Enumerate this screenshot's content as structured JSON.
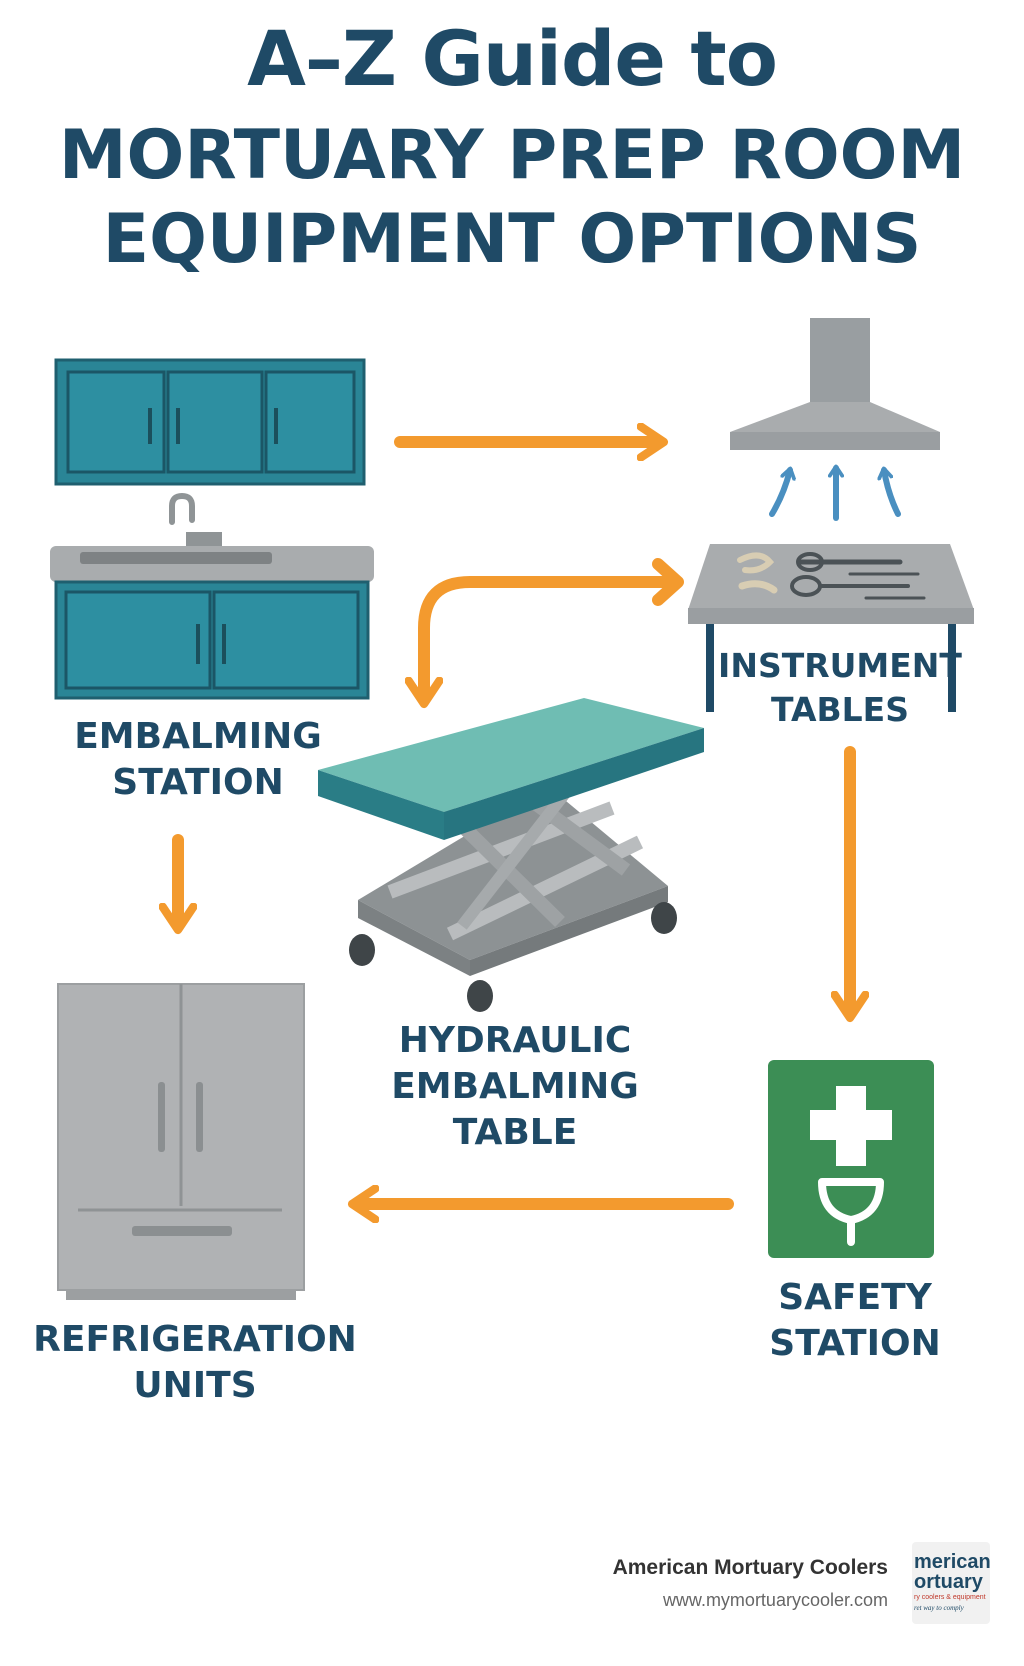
{
  "title": {
    "line1": "A–Z Guide to",
    "line2": "MORTUARY PREP ROOM",
    "line3": "EQUIPMENT OPTIONS"
  },
  "nodes": {
    "embalming_station": {
      "line1": "EMBALMING",
      "line2": "STATION"
    },
    "instrument_tables": {
      "line1": "INSTRUMENT",
      "line2": "TABLES"
    },
    "hydraulic_table": {
      "line1": "HYDRAULIC",
      "line2": "EMBALMING",
      "line3": "TABLE"
    },
    "refrigeration_units": {
      "line1": "REFRIGERATION",
      "line2": "UNITS"
    },
    "safety_station": {
      "line1": "SAFETY",
      "line2": "STATION"
    }
  },
  "brand": {
    "name": "American Mortuary Coolers",
    "url": "www.mymortuarycooler.com",
    "logo_line1": "merican",
    "logo_line2": "ortuary",
    "logo_line3": "ry coolers & equipment",
    "logo_line4": "ret way to comply"
  },
  "colors": {
    "title": "#1f4a66",
    "arrow": "#f39a2e",
    "teal": "#2a8596",
    "gray": "#a8abad",
    "safety_green": "#3c8e55",
    "mattress": "#6fbdb3"
  },
  "icons": [
    "cabinet-icon",
    "sink-icon",
    "exhaust-hood-icon",
    "airflow-arrow-icon",
    "instrument-table-icon",
    "hydraulic-table-icon",
    "refrigerator-icon",
    "first-aid-icon",
    "eyewash-icon"
  ]
}
